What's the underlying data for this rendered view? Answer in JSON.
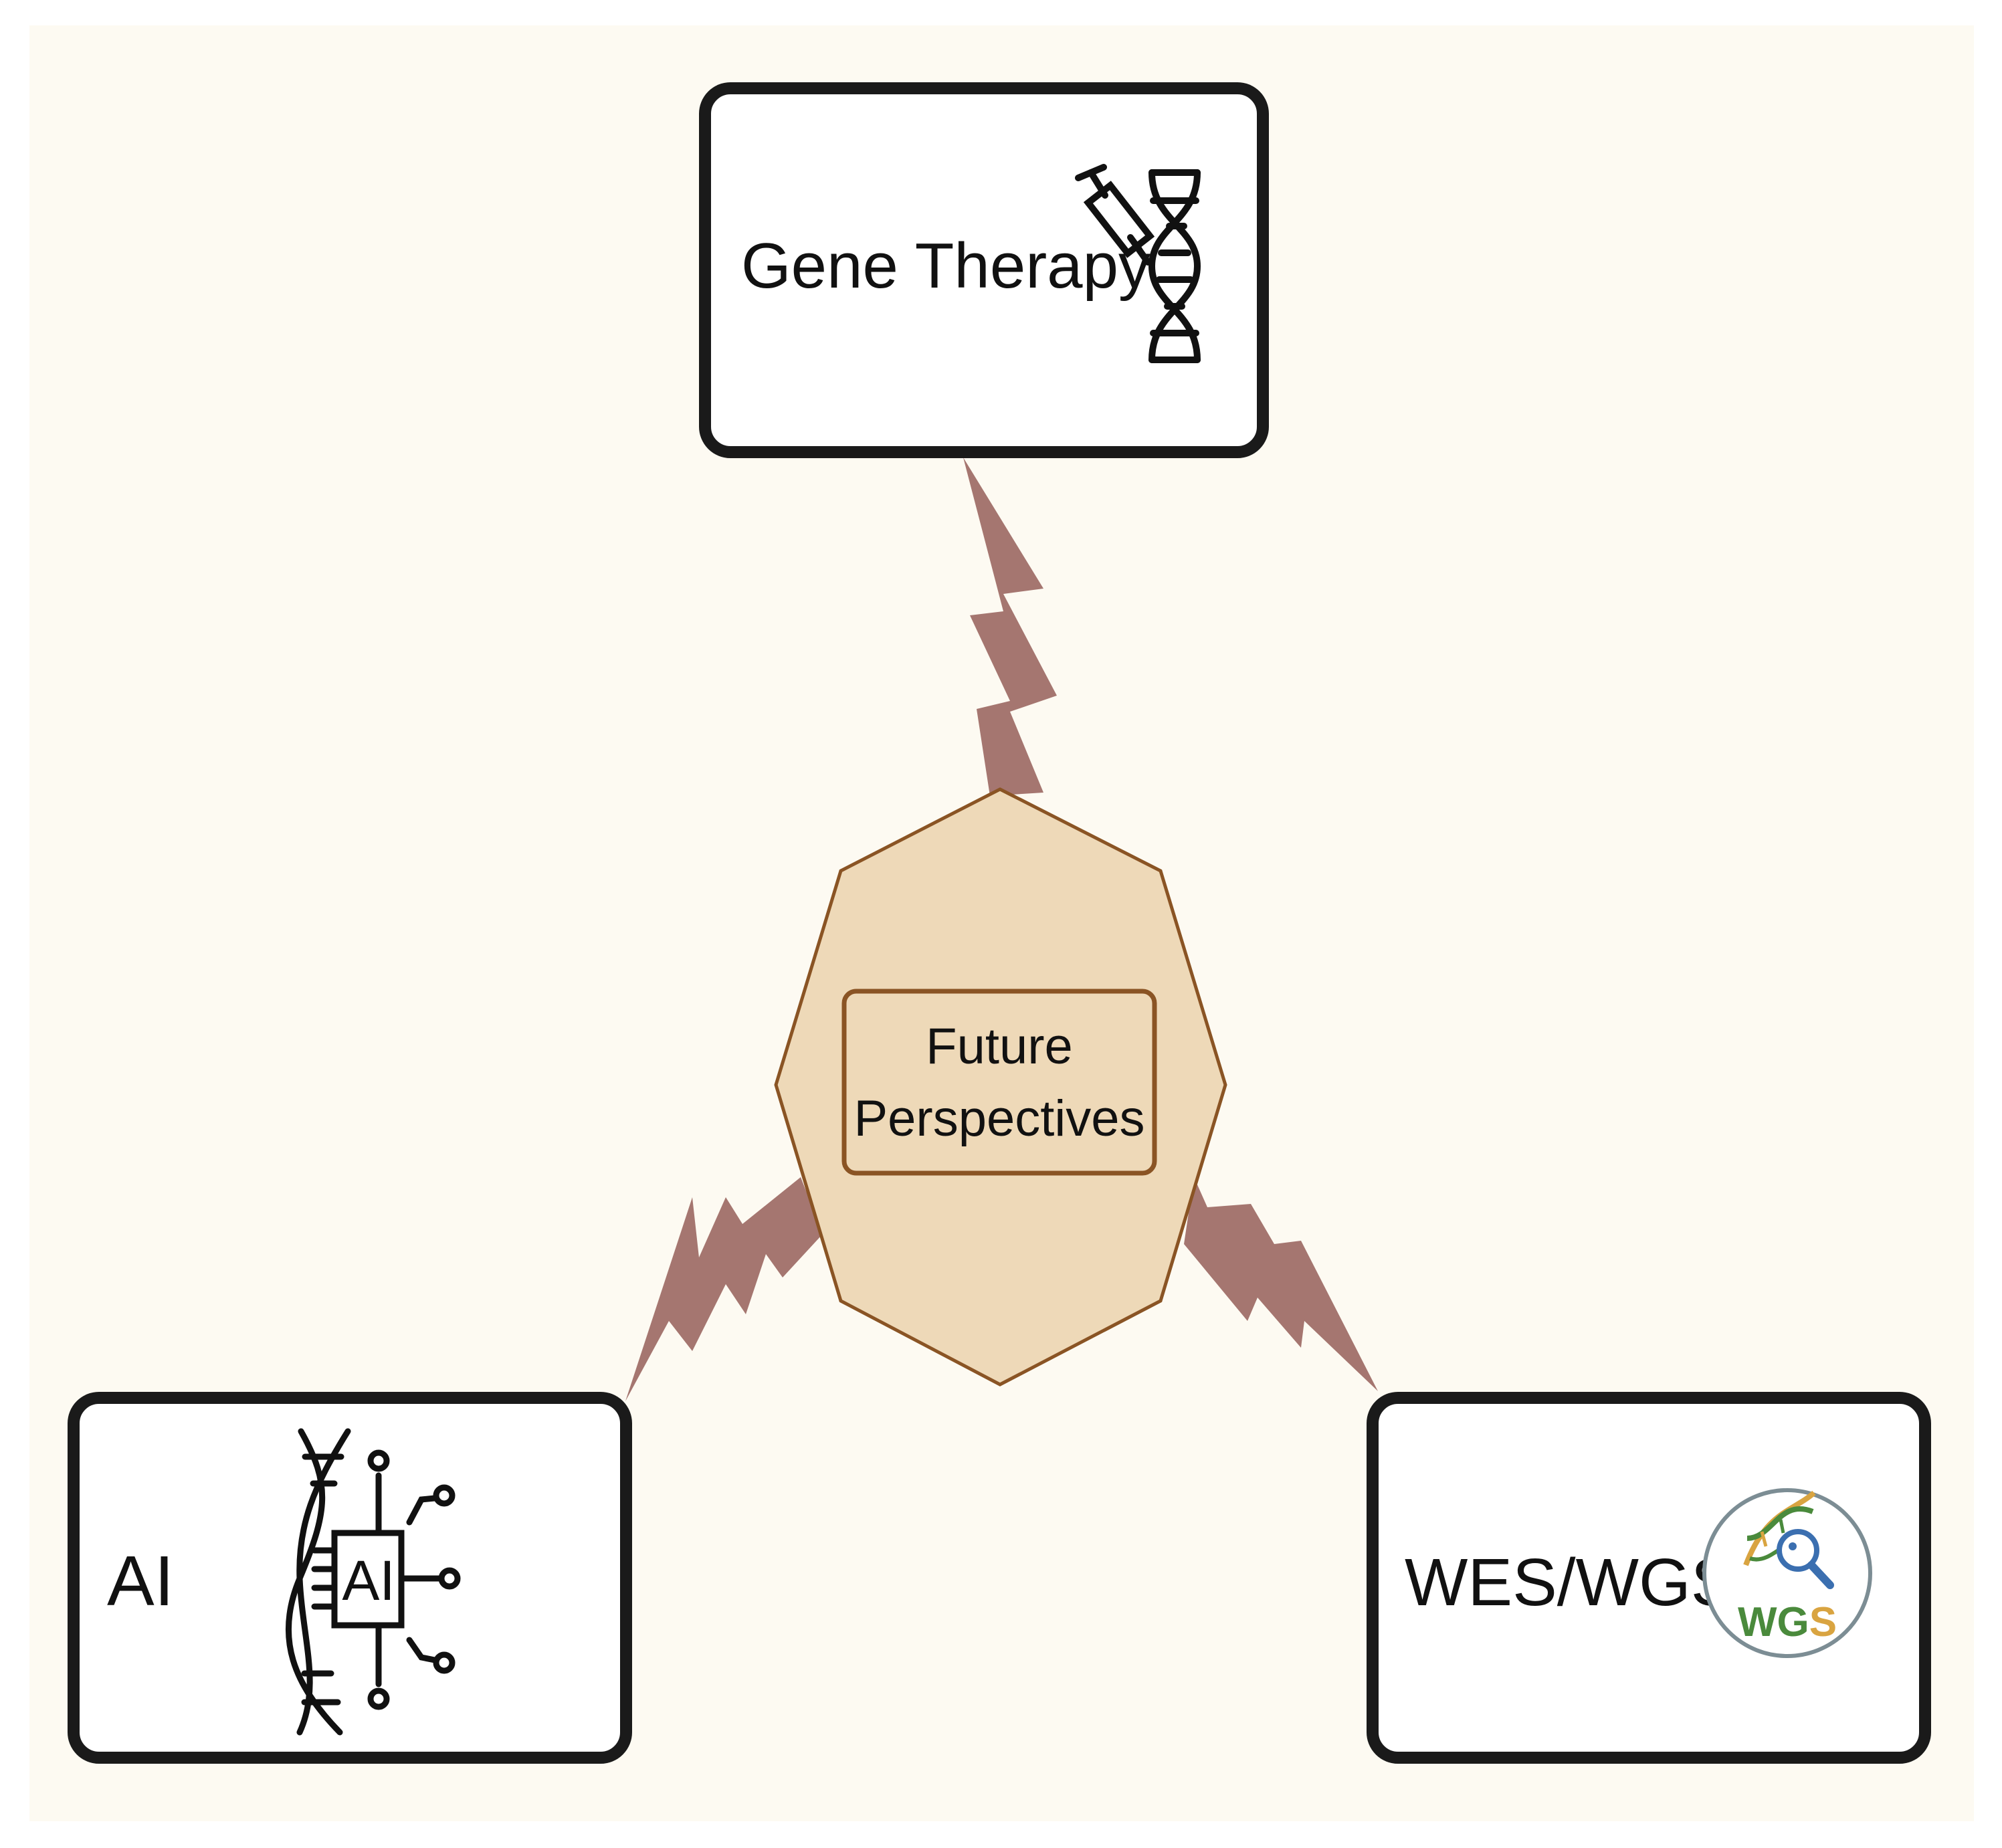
{
  "diagram": {
    "center": {
      "line1": "Future",
      "line2": "Perspectives"
    },
    "nodes": {
      "gene_therapy": {
        "label": "Gene Therapy",
        "icon": "syringe-dna-icon"
      },
      "ai": {
        "label": "AI",
        "icon": "ai-dna-chip-icon",
        "icon_text": "AI"
      },
      "wes_wgs": {
        "label": "WES/WGS",
        "icon": "wgs-badge-icon",
        "icon_text": "WGS"
      }
    }
  },
  "colors": {
    "background": "#fdfaf2",
    "center_fill": "#eed9b8",
    "center_stroke": "#8a5424",
    "bolt": "#a57670",
    "box_stroke": "#1a1a1a",
    "wgs_green": "#4a8a3c",
    "wgs_gold": "#d9a441",
    "wgs_blue": "#3b6fb0"
  }
}
